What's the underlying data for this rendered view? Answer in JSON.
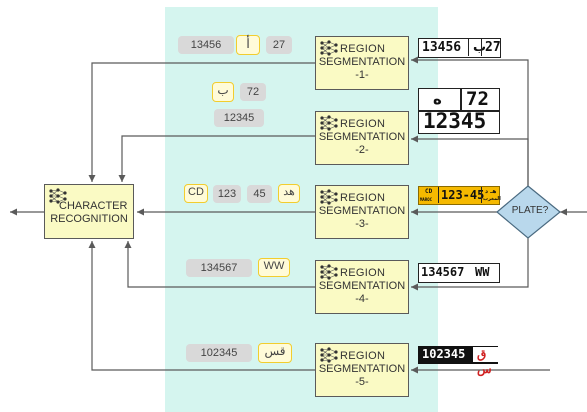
{
  "stages": {
    "char_recognition": {
      "line1": "CHARACTER",
      "line2": "RECOGNITION"
    },
    "segmentation": [
      {
        "line1": "REGION",
        "line2": "SEGMENTATION",
        "line3": "-1-"
      },
      {
        "line1": "REGION",
        "line2": "SEGMENTATION",
        "line3": "-2-"
      },
      {
        "line1": "REGION",
        "line2": "SEGMENTATION",
        "line3": "-3-"
      },
      {
        "line1": "REGION",
        "line2": "SEGMENTATION",
        "line3": "-4-"
      },
      {
        "line1": "REGION",
        "line2": "SEGMENTATION",
        "line3": "-5-"
      }
    ],
    "decision": "PLATE?"
  },
  "segments": {
    "row1": [
      "13456",
      "أ",
      "27"
    ],
    "row2": [
      "ب",
      "72",
      "12345"
    ],
    "row3": [
      "CD",
      "123",
      "45",
      "ه‍د"
    ],
    "row4": [
      "134567",
      "WW"
    ],
    "row5": [
      "102345",
      "قس"
    ]
  },
  "plates": {
    "p1": {
      "a": "13456",
      "b": "ب",
      "c": "27"
    },
    "p2": {
      "top_left": "ه",
      "top_right": "72",
      "bottom": "12345"
    },
    "p3": {
      "left_small": "CD",
      "left_sub": "MAROC",
      "main": "123-45",
      "right_a": "هـ د",
      "right_b": "المغرب"
    },
    "p4": {
      "a": "134567",
      "b": "WW"
    },
    "p5": {
      "a": "102345",
      "b": "ق س"
    }
  },
  "colors": {
    "panel": "#d5f5ef",
    "box_fill": "#fafac4",
    "connector": "#5a5a5a",
    "pill_gray": "#d9d9d9",
    "pill_yellow_border": "#f2cd2e",
    "diamond": "#b9d8ec",
    "plate3_fill": "#f5b900",
    "plate5_fill": "#111111"
  },
  "icons": {
    "network": "neural-network-icon"
  }
}
